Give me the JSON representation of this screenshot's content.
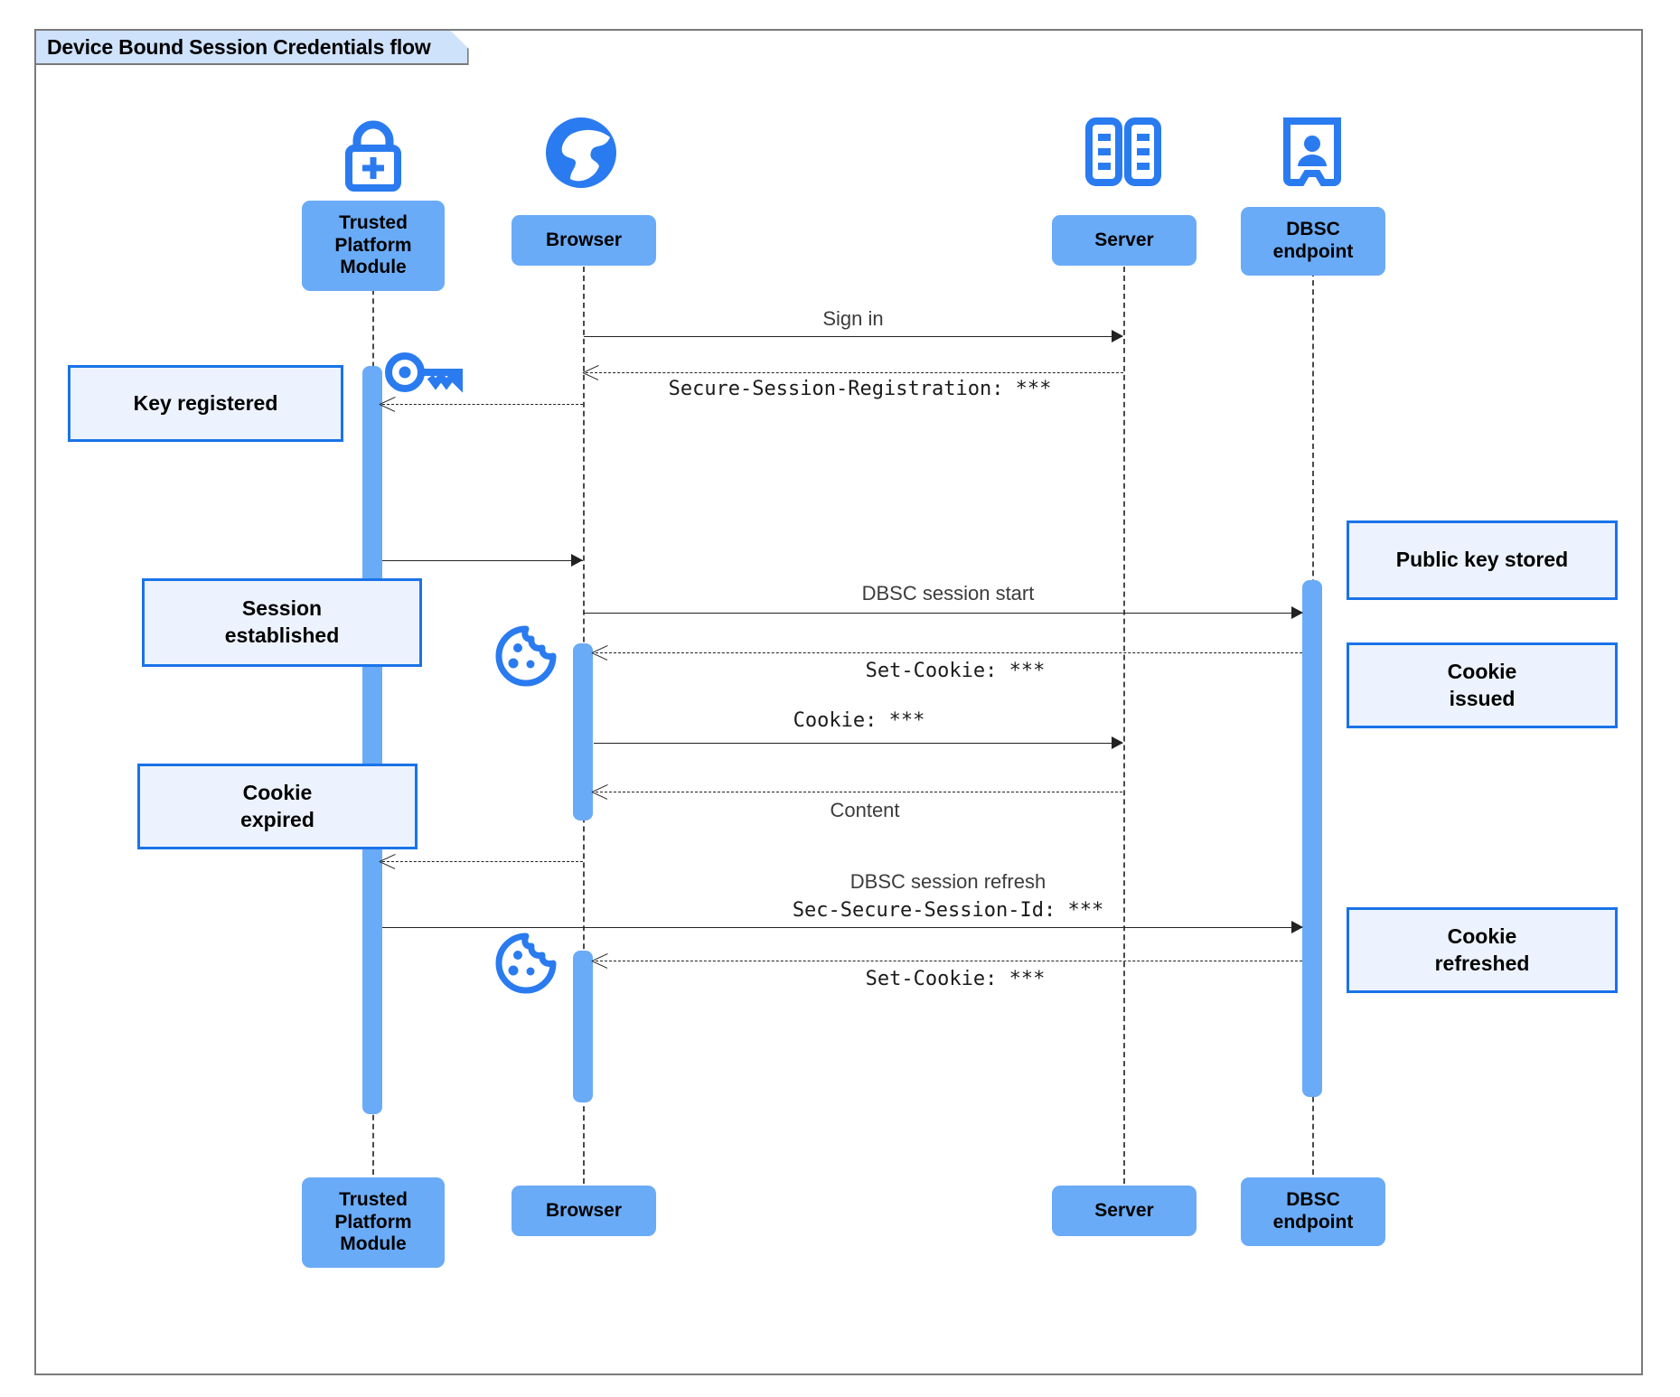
{
  "diagram": {
    "title": "Device Bound Session Credentials flow",
    "type": "uml-sequence-diagram",
    "colors": {
      "participant_fill": "#6aabf7",
      "note_fill": "#ecf3fe",
      "note_border": "#1a73e8",
      "icon_blue": "#2a7bf0",
      "frame_border": "#7a7a7a",
      "title_fill": "#cfe2fb",
      "lifeline": "#4a4a4a"
    }
  },
  "participants": [
    {
      "id": "tpm",
      "label": "Trusted\nPlatform\nModule",
      "icon": "padlock-plus-icon"
    },
    {
      "id": "browser",
      "label": "Browser",
      "icon": "globe-icon"
    },
    {
      "id": "server",
      "label": "Server",
      "icon": "server-racks-icon"
    },
    {
      "id": "dbsc",
      "label": "DBSC\nendpoint",
      "icon": "id-badge-icon"
    }
  ],
  "messages": [
    {
      "n": 1,
      "from": "browser",
      "to": "server",
      "label": "Sign in",
      "style": "solid",
      "font": "sans"
    },
    {
      "n": 2,
      "from": "server",
      "to": "browser",
      "label": "Secure-Session-Registration: ***",
      "style": "dashed",
      "font": "mono"
    },
    {
      "n": 3,
      "from": "browser",
      "to": "tpm",
      "label": "",
      "style": "dashed",
      "font": "sans"
    },
    {
      "n": 4,
      "from": "tpm",
      "to": "browser",
      "label": "",
      "style": "solid",
      "font": "sans"
    },
    {
      "n": 5,
      "from": "browser",
      "to": "dbsc",
      "label": "DBSC session start",
      "style": "solid",
      "font": "sans"
    },
    {
      "n": 6,
      "from": "dbsc",
      "to": "browser",
      "label": "Set-Cookie: ***",
      "style": "dashed",
      "font": "mono"
    },
    {
      "n": 7,
      "from": "browser",
      "to": "server",
      "label": "Cookie: ***",
      "style": "solid",
      "font": "mono"
    },
    {
      "n": 8,
      "from": "server",
      "to": "browser",
      "label": "Content",
      "style": "dashed",
      "font": "sans"
    },
    {
      "n": 9,
      "from": "browser",
      "to": "tpm",
      "label": "",
      "style": "dashed",
      "font": "sans"
    },
    {
      "n": 10,
      "from": "tpm",
      "to": "dbsc",
      "label": "DBSC session refresh",
      "label2": "Sec-Secure-Session-Id: ***",
      "style": "solid",
      "font": "sans"
    },
    {
      "n": 11,
      "from": "dbsc",
      "to": "browser",
      "label": "Set-Cookie: ***",
      "style": "dashed",
      "font": "mono"
    }
  ],
  "notes": [
    {
      "id": "key-registered",
      "text": "Key registered",
      "attached_to": "tpm"
    },
    {
      "id": "session-established",
      "text": "Session\nestablished",
      "attached_to": "tpm"
    },
    {
      "id": "cookie-expired",
      "text": "Cookie\nexpired",
      "attached_to": "tpm"
    },
    {
      "id": "public-key-stored",
      "text": "Public key stored",
      "attached_to": "dbsc"
    },
    {
      "id": "cookie-issued",
      "text": "Cookie\nissued",
      "attached_to": "dbsc"
    },
    {
      "id": "cookie-refreshed",
      "text": "Cookie\nrefreshed",
      "attached_to": "dbsc"
    }
  ],
  "inline_icons": [
    {
      "id": "key-icon",
      "name": "key-icon",
      "near": "tpm"
    },
    {
      "id": "cookie-icon-1",
      "name": "cookie-icon",
      "near": "browser"
    },
    {
      "id": "cookie-icon-2",
      "name": "cookie-icon",
      "near": "browser"
    }
  ]
}
